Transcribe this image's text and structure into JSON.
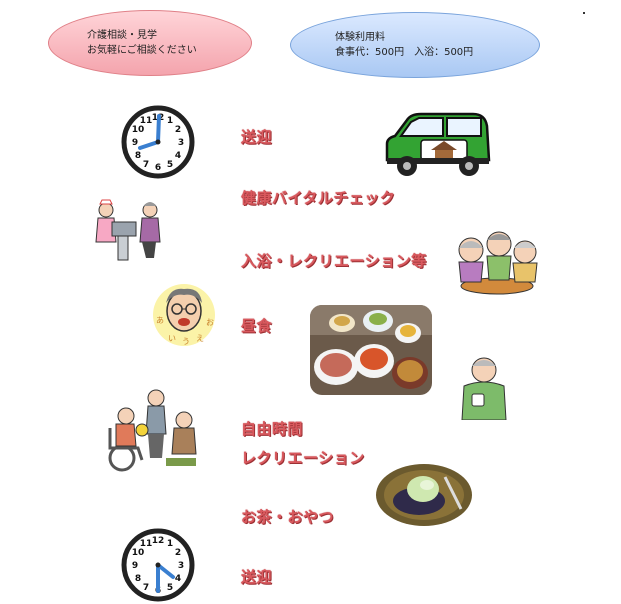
{
  "bubbles": {
    "consult_line1": "介護相談・見学",
    "consult_line2": "お気軽にご相談ください",
    "trial_line1": "体験利用料",
    "trial_line2": "食事代：500円　入浴：500円"
  },
  "schedule": [
    {
      "label": "送迎"
    },
    {
      "label": "健康バイタルチェック"
    },
    {
      "label": "入浴・レクリエーション等"
    },
    {
      "label": "昼食"
    },
    {
      "label": "自由時間"
    },
    {
      "label": "レクリエーション"
    },
    {
      "label": "お茶・おやつ"
    },
    {
      "label": "送迎"
    }
  ],
  "illustrations": {
    "clock_morning": "clock-icon",
    "clock_evening": "clock-icon",
    "car": "car-icon",
    "nurse": "nurse-icon",
    "tea_group": "tea-group-icon",
    "elderly_face": "elderly-face-icon",
    "face_letters": [
      "あ",
      "い",
      "う",
      "え",
      "お"
    ],
    "lunch": "lunch-photo",
    "drinking": "drinking-man-icon",
    "wheelchair_group": "wheelchair-group-icon",
    "dessert": "dessert-photo"
  },
  "colors": {
    "step_text": "#d9595e",
    "bubble_pink": "#f4a4ad",
    "bubble_blue": "#a9c8f3",
    "car_green": "#33a333"
  }
}
